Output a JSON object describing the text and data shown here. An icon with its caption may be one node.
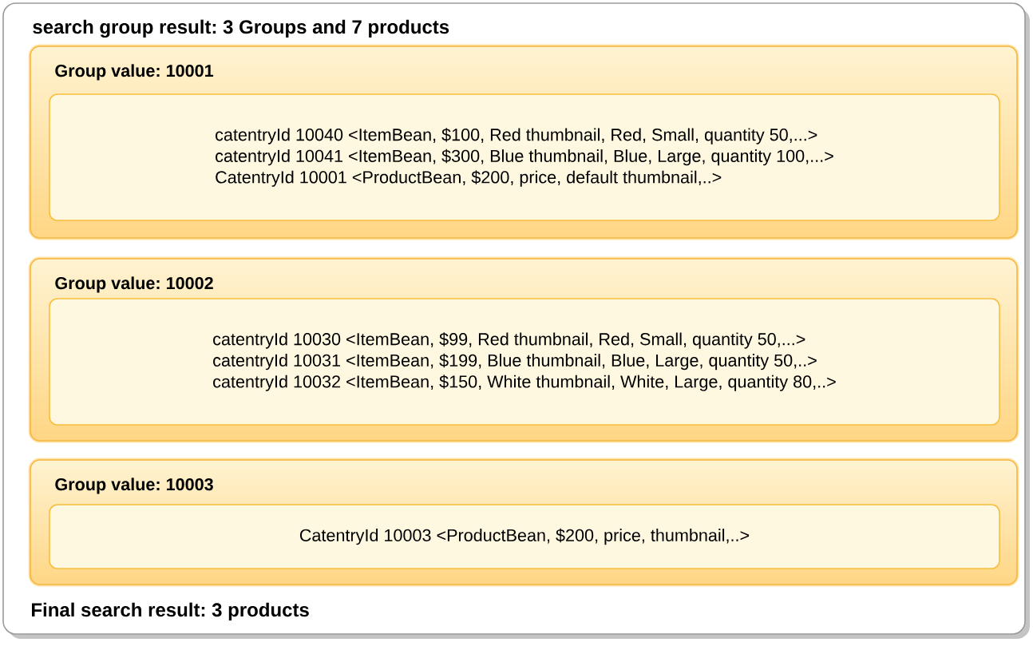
{
  "diagram": {
    "nodes": [
      {
        "text": [
          "search group result: 3 Groups and 7 products",
          "Final search result: 3 products"
        ]
      },
      {
        "text": [
          "Group value: 10001"
        ],
        "in": 0
      },
      {
        "text": [
          "catentryId 10040 <ItemBean, $100, Red thumbnail, Red, Small, quantity 50,...>",
          "catentryId 10041 <ItemBean, $300, Blue thumbnail, Blue, Large, quantity 100,...>",
          "CatentryId 10001 <ProductBean, $200, price, default thumbnail,..>"
        ],
        "in": 1
      },
      {
        "text": [
          "Group value: 10002"
        ],
        "in": 0
      },
      {
        "text": [
          "catentryId 10030 <ItemBean, $99, Red thumbnail, Red, Small, quantity 50,...>",
          "catentryId 10031 <ItemBean, $199, Blue thumbnail, Blue, Large, quantity 50,..>",
          "catentryId 10032 <ItemBean, $150, White thumbnail, White, Large, quantity 80,..>"
        ],
        "in": 3
      },
      {
        "text": [
          "Group value: 10003"
        ],
        "in": 0
      },
      {
        "text": [
          "CatentryId 10003 <ProductBean, $200, price, thumbnail,..>"
        ],
        "in": 5
      }
    ]
  }
}
